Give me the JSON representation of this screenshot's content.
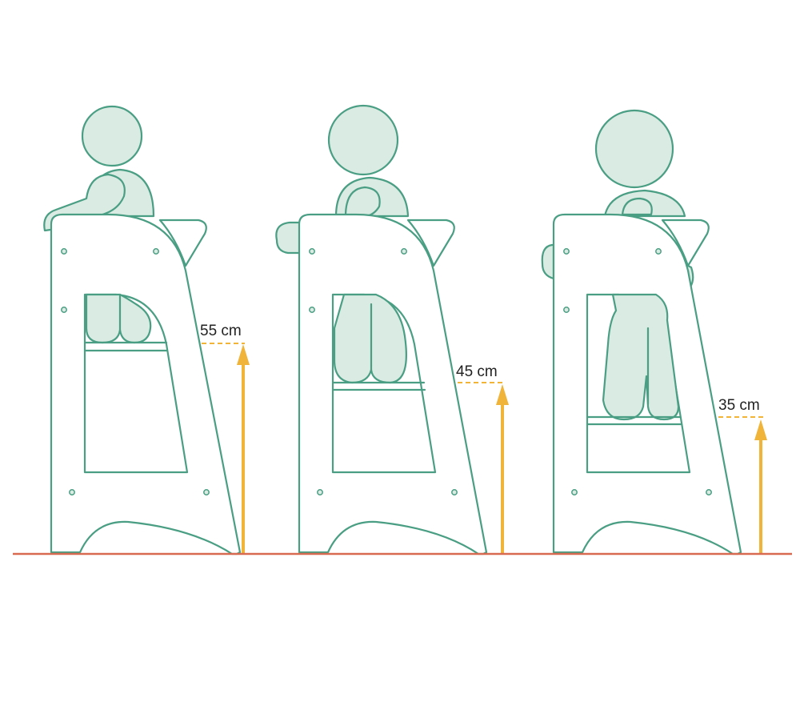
{
  "accent_color": "#f0b43a",
  "line_color": "#4a9e83",
  "floor_color": "#d96a52",
  "stools": [
    {
      "label": "55 cm",
      "platform_height_cm": 55
    },
    {
      "label": "45 cm",
      "platform_height_cm": 45
    },
    {
      "label": "35 cm",
      "platform_height_cm": 35
    }
  ]
}
